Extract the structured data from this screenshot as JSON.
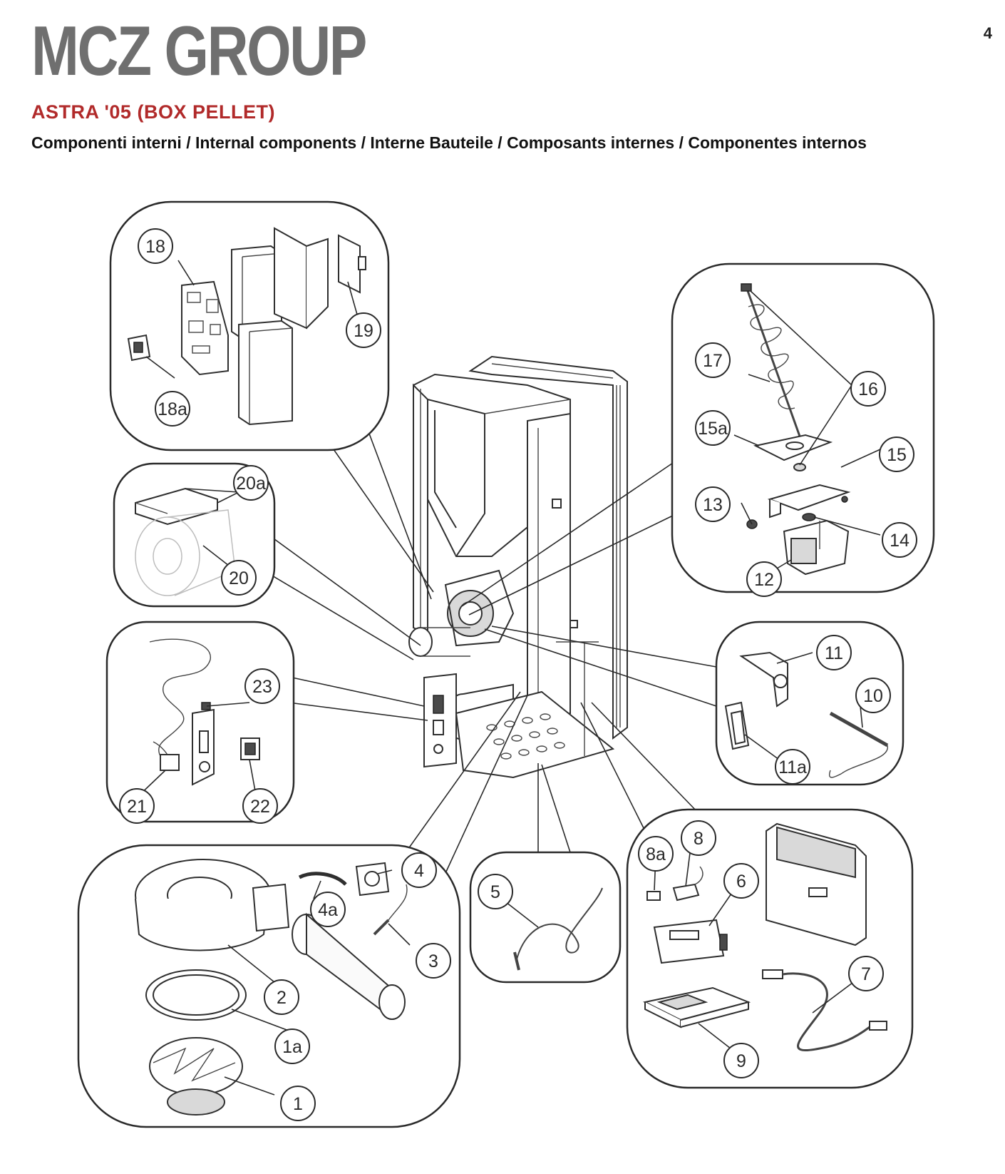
{
  "header": {
    "brand": "MCZ GROUP",
    "page_number": "4"
  },
  "title": "ASTRA '05 (BOX PELLET)",
  "subtitle": "Componenti interni / Internal components / Interne Bauteile / Composants internes / Componentes internos",
  "callouts": {
    "c18": "18",
    "c18a": "18a",
    "c19": "19",
    "c17": "17",
    "c16": "16",
    "c15a": "15a",
    "c15": "15",
    "c13": "13",
    "c14": "14",
    "c12": "12",
    "c20a": "20a",
    "c20": "20",
    "c11": "11",
    "c10": "10",
    "c11a": "11a",
    "c23": "23",
    "c21": "21",
    "c22": "22",
    "c4": "4",
    "c4a": "4a",
    "c3": "3",
    "c2": "2",
    "c1a": "1a",
    "c1": "1",
    "c5": "5",
    "c8": "8",
    "c8a": "8a",
    "c6": "6",
    "c7": "7",
    "c9": "9"
  },
  "colors": {
    "brand_grey": "#6f6f6f",
    "title_red": "#b12a2a",
    "line": "#2a2a2a"
  }
}
